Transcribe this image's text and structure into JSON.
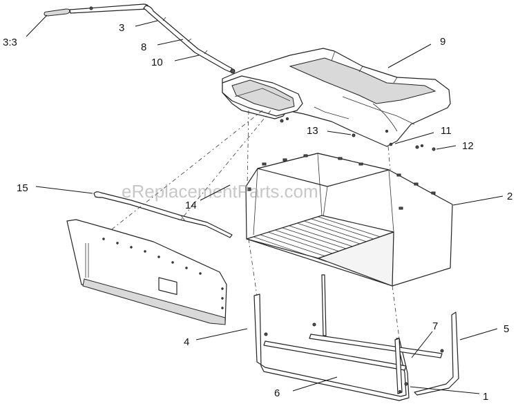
{
  "watermark": "eReplacementParts.com",
  "callouts": [
    {
      "id": "c-3-3",
      "label": "3:3"
    },
    {
      "id": "c-3",
      "label": "3"
    },
    {
      "id": "c-8",
      "label": "8"
    },
    {
      "id": "c-10",
      "label": "10"
    },
    {
      "id": "c-9",
      "label": "9"
    },
    {
      "id": "c-13",
      "label": "13"
    },
    {
      "id": "c-11",
      "label": "11"
    },
    {
      "id": "c-12",
      "label": "12"
    },
    {
      "id": "c-15",
      "label": "15"
    },
    {
      "id": "c-14",
      "label": "14"
    },
    {
      "id": "c-2",
      "label": "2"
    },
    {
      "id": "c-4",
      "label": "4"
    },
    {
      "id": "c-7",
      "label": "7"
    },
    {
      "id": "c-5",
      "label": "5"
    },
    {
      "id": "c-6",
      "label": "6"
    },
    {
      "id": "c-1",
      "label": "1"
    }
  ]
}
